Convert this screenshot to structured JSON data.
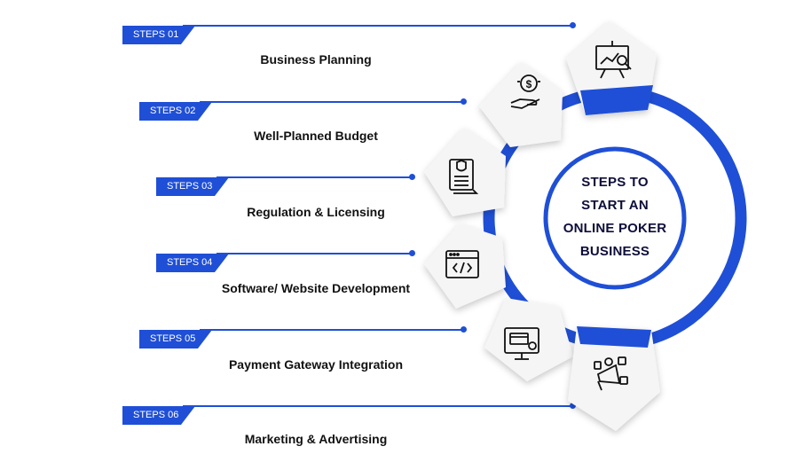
{
  "center": {
    "title": "STEPS TO START AN ONLINE POKER BUSINESS"
  },
  "steps": [
    {
      "tag": "STEPS 01",
      "title": "Business Planning",
      "icon": "presentation-chart-icon"
    },
    {
      "tag": "STEPS 02",
      "title": "Well-Planned Budget",
      "icon": "money-hand-icon"
    },
    {
      "tag": "STEPS 03",
      "title": "Regulation & Licensing",
      "icon": "license-document-icon"
    },
    {
      "tag": "STEPS 04",
      "title": "Software/ Website Development",
      "icon": "code-window-icon"
    },
    {
      "tag": "STEPS 05",
      "title": "Payment Gateway Integration",
      "icon": "monitor-payment-icon"
    },
    {
      "tag": "STEPS 06",
      "title": "Marketing & Advertising",
      "icon": "megaphone-social-icon"
    }
  ],
  "colors": {
    "accent": "#1f4fd6",
    "text": "#111111",
    "panel": "#f5f5f5"
  }
}
